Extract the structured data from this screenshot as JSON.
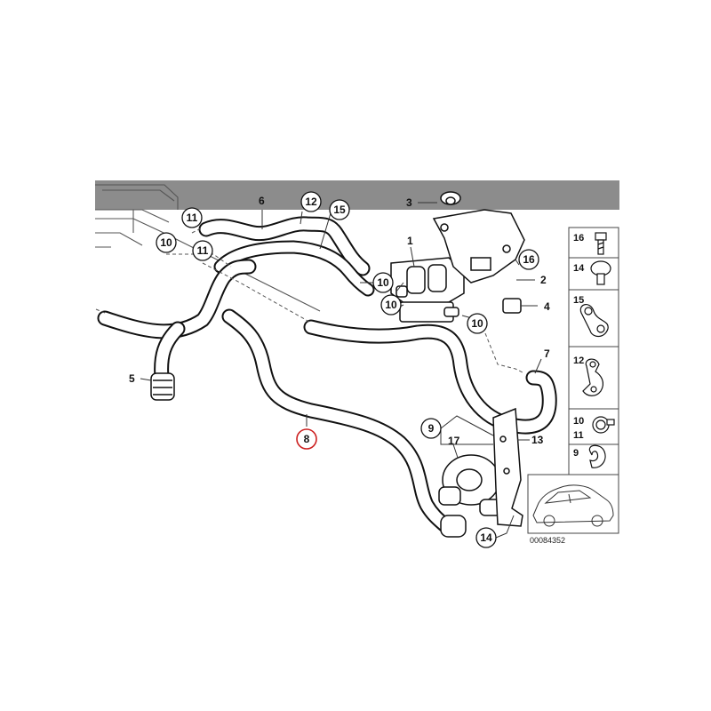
{
  "diagram": {
    "code": "00084352",
    "highlight_color": "#cc1f1f",
    "header_band_color": "#8c8c8c",
    "callouts": [
      {
        "id": "c11a",
        "label": "11"
      },
      {
        "id": "c12",
        "label": "12"
      },
      {
        "id": "c15",
        "label": "15"
      },
      {
        "id": "c10a",
        "label": "10"
      },
      {
        "id": "c11b",
        "label": "11"
      },
      {
        "id": "c10b",
        "label": "10"
      },
      {
        "id": "c10c",
        "label": "10"
      },
      {
        "id": "c10d",
        "label": "10"
      },
      {
        "id": "c16",
        "label": "16"
      },
      {
        "id": "c8",
        "label": "8",
        "highlighted": true
      },
      {
        "id": "c9",
        "label": "9"
      },
      {
        "id": "c17",
        "label": "17"
      },
      {
        "id": "c14",
        "label": "14"
      }
    ],
    "plain_labels": [
      {
        "id": "p6",
        "label": "6"
      },
      {
        "id": "p3",
        "label": "3"
      },
      {
        "id": "p1",
        "label": "1"
      },
      {
        "id": "p2",
        "label": "2"
      },
      {
        "id": "p4",
        "label": "4"
      },
      {
        "id": "p5",
        "label": "5"
      },
      {
        "id": "p7",
        "label": "7"
      },
      {
        "id": "p13",
        "label": "13"
      }
    ],
    "legend_items": [
      {
        "label": "16",
        "icon": "bolt-icon"
      },
      {
        "label": "14",
        "icon": "plastic-rivet-icon"
      },
      {
        "label": "15",
        "icon": "double-hose-clip-icon"
      },
      {
        "label": "12",
        "icon": "double-clip-icon"
      },
      {
        "label": "10",
        "icon": "hose-clamp-icon"
      },
      {
        "label": "11",
        "icon": "hose-clamp-icon"
      },
      {
        "label": "9",
        "icon": "single-clip-icon"
      }
    ]
  }
}
